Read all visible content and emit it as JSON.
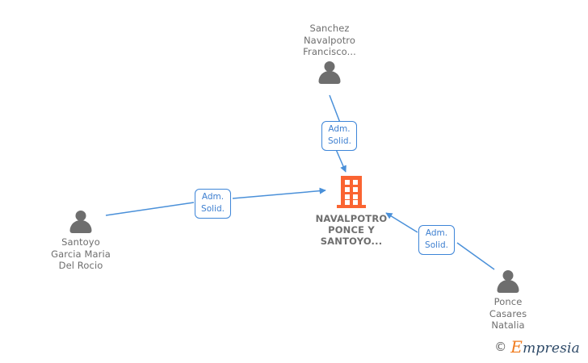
{
  "diagram": {
    "type": "corporate-relationship-graph",
    "background": "#ffffff",
    "colors": {
      "person": "#6e6e6e",
      "company": "#fa6432",
      "edge": "#4a90d9",
      "chip_border": "#3d85d8",
      "chip_text": "#3d7fd0"
    },
    "company": {
      "name": "NAVALPOTRO\nPONCE Y\nSANTOYO...",
      "icon": "building-icon"
    },
    "people": [
      {
        "id": "sanchez",
        "name": "Sanchez\nNavalpotro\nFrancisco...",
        "icon": "person-icon",
        "label_position": "above"
      },
      {
        "id": "santoyo",
        "name": "Santoyo\nGarcia Maria\nDel Rocio",
        "icon": "person-icon",
        "label_position": "below"
      },
      {
        "id": "ponce",
        "name": "Ponce\nCasares\nNatalia",
        "icon": "person-icon",
        "label_position": "below"
      }
    ],
    "edges": [
      {
        "id": "edge-sanchez",
        "from": "sanchez",
        "to": "company",
        "label": "Adm.\nSolid."
      },
      {
        "id": "edge-santoyo",
        "from": "santoyo",
        "to": "company",
        "label": "Adm.\nSolid."
      },
      {
        "id": "edge-ponce",
        "from": "ponce",
        "to": "company",
        "label": "Adm.\nSolid."
      }
    ]
  },
  "watermark": {
    "copyright": "©",
    "brand_cap": "E",
    "brand_rest": "mpresia"
  }
}
